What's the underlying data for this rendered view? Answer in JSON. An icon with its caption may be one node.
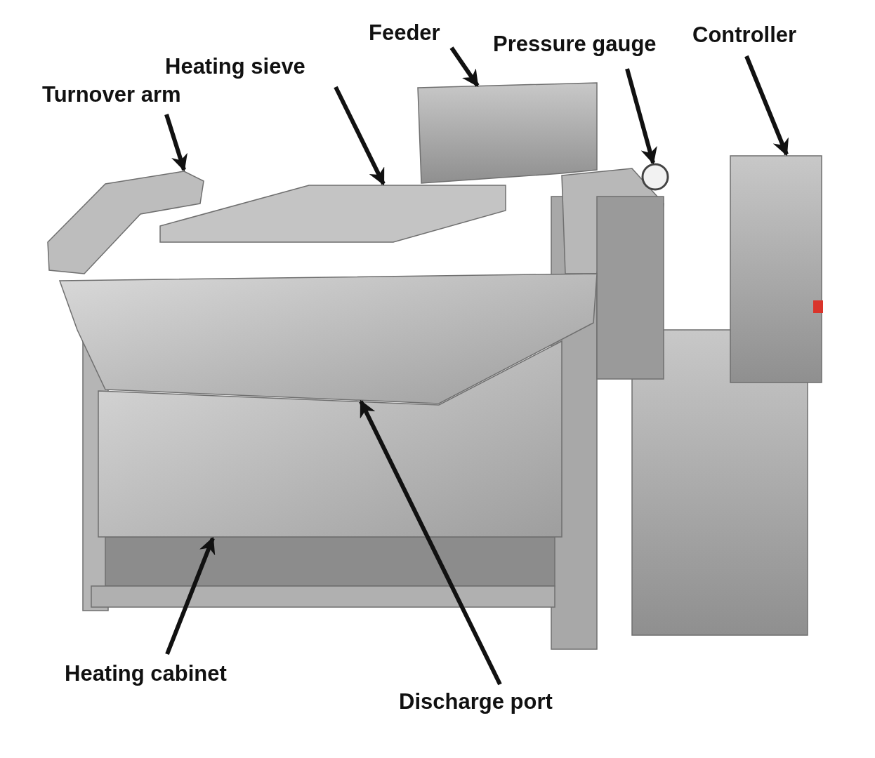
{
  "diagram": {
    "nodes": [
      {
        "text": [
          "Turnover arm"
        ]
      },
      {
        "text": [
          "Heating sieve"
        ]
      },
      {
        "text": [
          "Feeder"
        ]
      },
      {
        "text": [
          "Pressure gauge"
        ]
      },
      {
        "text": [
          "Controller"
        ]
      },
      {
        "text": [
          "Heating cabinet"
        ]
      },
      {
        "text": [
          "Discharge port"
        ]
      },
      {
        "text": [],
        "shape": "picture"
      },
      {
        "text": [],
        "shape": "picture"
      },
      {
        "text": [],
        "shape": "picture"
      },
      {
        "text": [],
        "shape": "circle"
      },
      {
        "text": [],
        "shape": "picture"
      },
      {
        "text": [],
        "shape": "picture"
      },
      {
        "text": [],
        "shape": "picture"
      }
    ],
    "edges": [
      {
        "from": 0,
        "to": 7,
        "arrow": "to"
      },
      {
        "from": 1,
        "to": 8,
        "arrow": "to"
      },
      {
        "from": 2,
        "to": 9,
        "arrow": "to"
      },
      {
        "from": 3,
        "to": 10,
        "arrow": "to"
      },
      {
        "from": 4,
        "to": 11,
        "arrow": "to"
      },
      {
        "from": 5,
        "to": 12,
        "arrow": "to"
      },
      {
        "from": 6,
        "to": 13,
        "arrow": "to"
      }
    ]
  }
}
